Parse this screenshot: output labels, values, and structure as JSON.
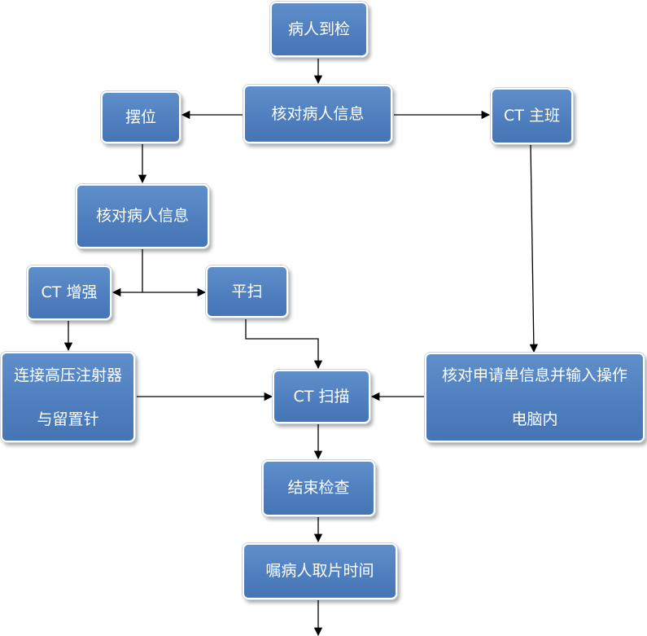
{
  "nodes": {
    "arrival": "病人到检",
    "verify_main": "核对病人信息",
    "ct_shift": "CT 主班",
    "positioning": "摆位",
    "verify_second": "核对病人信息",
    "ct_enhanced": "CT 增强",
    "plain_scan": "平扫",
    "connect_injector": "连接高压注射器与留置针",
    "ct_scan": "CT 扫描",
    "verify_request": "核对申请单信息并输入操作电脑内",
    "end_exam": "结束检查",
    "tell_pickup": "嘱病人取片时间"
  },
  "colors": {
    "node_fill": "#4f7fbf",
    "arrow": "#000000"
  }
}
